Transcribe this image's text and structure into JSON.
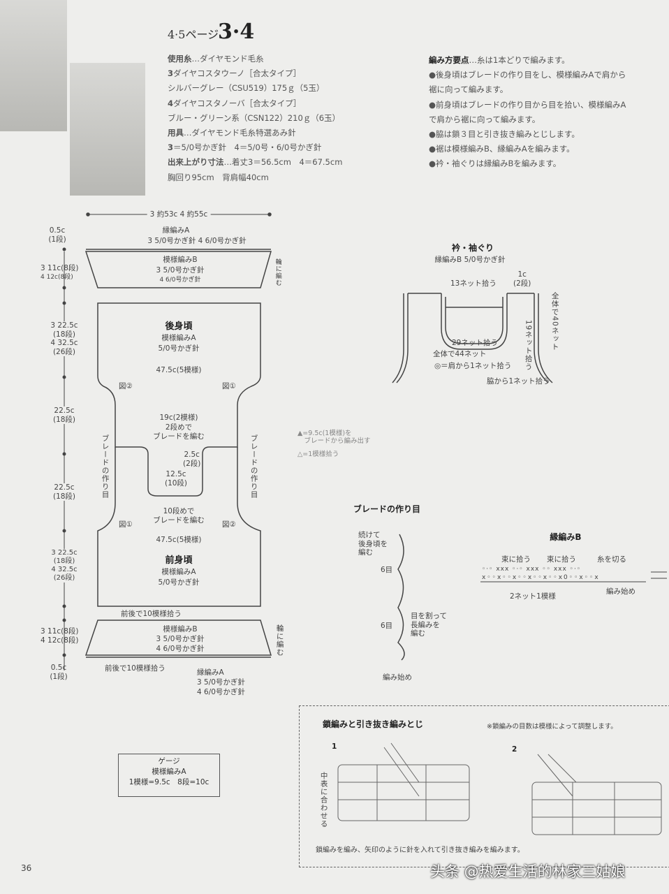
{
  "page": {
    "number": "36",
    "ref": "4·5ページ",
    "model": "3·4",
    "watermark_footer": "头条 @热爱生活的林家三姑娘"
  },
  "materials": [
    {
      "label": "使用糸",
      "text": "…ダイヤモンド毛糸"
    },
    {
      "label": "3",
      "text": "ダイヤコスタウーノ［合太タイプ］"
    },
    {
      "label": "",
      "text": "シルバーグレー（CSU519）175ｇ（5玉）"
    },
    {
      "label": "4",
      "text": "ダイヤコスタノーバ［合太タイプ］"
    },
    {
      "label": "",
      "text": "ブルー・グリーン系（CSN122）210ｇ（6玉）"
    },
    {
      "label": "用具",
      "text": "…ダイヤモンド毛糸特選あみ針"
    },
    {
      "label": "3",
      "text": "＝5/0号かぎ針　4＝5/0号・6/0号かぎ針"
    },
    {
      "label": "出来上がり寸法",
      "text": "…着丈3＝56.5cm　4＝67.5cm"
    },
    {
      "label": "",
      "text": "胸回り95cm　背肩幅40cm"
    }
  ],
  "notes": {
    "title": "編み方要点",
    "intro": "…糸は1本どりで編みます。",
    "lines": [
      "●後身頃はブレードの作り目をし、模様編みAで肩から",
      "裾に向って編みます。",
      "●前身頃はブレードの作り目から目を拾い、模様編みA",
      "で肩から裾に向って編みます。",
      "●脇は鎖３目と引き抜き編みとじします。",
      "●裾は模様編みB、縁編みAを編みます。",
      "●衿・袖ぐりは縁編みBを編みます。"
    ]
  },
  "main": {
    "width": "3 約53c 4 約55c",
    "edgeA": "縁編みA",
    "edgeA_needle": "3 5/0号かぎ針 4 6/0号かぎ針",
    "hem_top_h": "0.5c\n(1段)",
    "hem_h3": "3 11c(8段)",
    "hem_h4": "4 12c(8段)",
    "patB": "模様編みB",
    "patB3": "3 5/0号かぎ針",
    "patB4": "4 6/0号かぎ針",
    "ring": "輪に編む",
    "body_h": [
      "3 22.5c",
      "(18段)",
      "4 32.5c",
      "(26段)"
    ],
    "back_title": "後身頃",
    "patA": "模様編みA",
    "needle5": "5/0号かぎ針",
    "w475": "47.5c(5模様)",
    "fig1": "図①",
    "fig2": "図②",
    "mid_h": [
      "22.5c",
      "(18段)"
    ],
    "neck_w": "19c(2模様)",
    "braid2": "2段めで\nブレードを編む",
    "braid_start": "ブレードの作り目",
    "neck_d1": "2.5c\n(2段)",
    "neck_d2": "12.5c\n(10段)",
    "braid10": "10段めで\nブレードを編む",
    "front_title": "前身頃",
    "pickup10": "前後で10模様拾う",
    "legend1": "▲=9.5c(1模様)を\n　ブレードから編み出す",
    "legend2": "△=1模様拾う"
  },
  "collar": {
    "title": "衿・袖ぐり",
    "sub": "縁編みB 5/0号かぎ針",
    "n13": "13ネット拾う",
    "c1": "1c\n(2段)",
    "all40": "全体で40ネット",
    "n19": "19ネット拾う",
    "n29": "29ネット拾う",
    "all44": "全体で44ネット",
    "shoulder": "◎＝肩から1ネット拾う",
    "side": "脇から1ネット拾う"
  },
  "braid": {
    "title": "ブレードの作り目",
    "cont": "続けて\n後身頃を\n編む",
    "six": "6目",
    "split": "目を割って\n長編みを\n編む",
    "start": "編み始め"
  },
  "edgeB": {
    "title": "縁編みB",
    "bundle": "束に拾う",
    "cut": "糸を切る",
    "repeat": "2ネット1模様",
    "start": "編み始め"
  },
  "gauge": {
    "title": "ゲージ",
    "pattern": "模様編みA",
    "value": "1模様=9.5c　8段=10c"
  },
  "seam": {
    "title": "鎖編みと引き抜き編みとじ",
    "note": "※鎖編みの目数は模様によって調整します。",
    "step1": "1",
    "step2": "2",
    "align": "中表に合わせる",
    "caption": "鎖編みを編み、矢印のように針を入れて引き抜き編みを編みます。"
  }
}
